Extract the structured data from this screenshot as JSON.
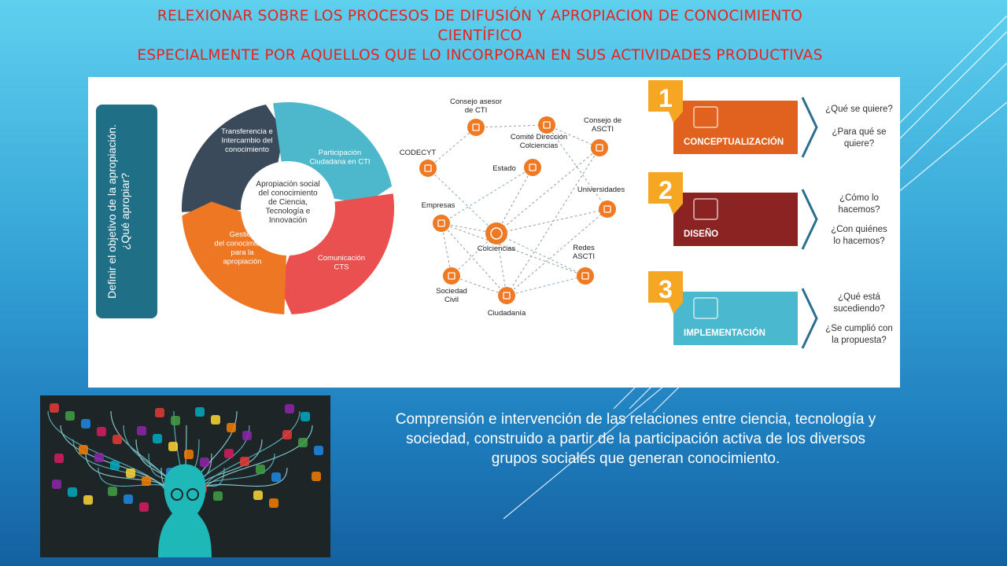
{
  "title": {
    "line1": "RELEXIONAR SOBRE LOS PROCESOS DE DIFUSIÓN Y APROPIACION DE CONOCIMIENTO",
    "line2": "CIENTÍFICO",
    "line3": "ESPECIALMENTE POR AQUELLOS QUE LO INCORPORAN EN SUS ACTIVIDADES PRODUCTIVAS"
  },
  "objective_bar": {
    "line1": "Definir el objetivo de la apropiación.",
    "line2": "¿Qué apropiar?"
  },
  "cycle": {
    "center": [
      "Apropiación social",
      "del conocimiento",
      "de Ciencia,",
      "Tecnología e",
      "Innovación"
    ],
    "segments": [
      {
        "label": [
          "Transferencia e",
          "Intercambio del",
          "conocimiento"
        ],
        "color": "#3a4a5a"
      },
      {
        "label": [
          "Participación",
          "Ciudadana en CTI"
        ],
        "color": "#4db8cc"
      },
      {
        "label": [
          "Comunicación",
          "CTS"
        ],
        "color": "#e9504f"
      },
      {
        "label": [
          "Gestión",
          "del conocimiento",
          "para la",
          "apropiación"
        ],
        "color": "#ee7724"
      }
    ]
  },
  "network": {
    "accent": "#f07a23",
    "nodes": [
      {
        "name": "consejo-asesor-cti",
        "label": [
          "Consejo asesor",
          "de CTI"
        ]
      },
      {
        "name": "comite-direccion",
        "label": [
          "Comité Dirección",
          "Colciencias"
        ]
      },
      {
        "name": "consejo-ascti",
        "label": [
          "Consejo de",
          "ASCTI"
        ]
      },
      {
        "name": "codecyt",
        "label": [
          "CODECYT"
        ]
      },
      {
        "name": "estado",
        "label": [
          "Estado"
        ]
      },
      {
        "name": "universidades",
        "label": [
          "Universidades"
        ]
      },
      {
        "name": "empresas",
        "label": [
          "Empresas"
        ]
      },
      {
        "name": "colciencias",
        "label": [
          "Colciencias"
        ]
      },
      {
        "name": "redes-ascti",
        "label": [
          "Redes",
          "ASCTI"
        ]
      },
      {
        "name": "sociedad-civil",
        "label": [
          "Sociedad",
          "Civil"
        ]
      },
      {
        "name": "ciudadania",
        "label": [
          "Ciudadanía"
        ]
      }
    ]
  },
  "steps": [
    {
      "number": "1",
      "label": "CONCEPTUALIZACIÓN",
      "color": "#e1621f",
      "badge": "#f5a623",
      "questions": [
        "¿Qué se quiere?",
        "¿Para qué se",
        "quiere?"
      ]
    },
    {
      "number": "2",
      "label": "DISEÑO",
      "color": "#8b2323",
      "badge": "#f5a623",
      "questions": [
        "¿Cómo lo",
        "hacemos?",
        "¿Con quiénes",
        "lo hacemos?"
      ]
    },
    {
      "number": "3",
      "label": "IMPLEMENTACIÓN",
      "color": "#4ab8cf",
      "badge": "#f5a623",
      "questions": [
        "¿Qué está",
        "sucediendo?",
        "¿Se cumplió con",
        "la propuesta?"
      ]
    }
  ],
  "caption": "Comprensión e intervención de las relaciones entre ciencia, tecnología y sociedad, construido a partir de la participación activa de los diversos grupos sociales que generan conocimiento."
}
